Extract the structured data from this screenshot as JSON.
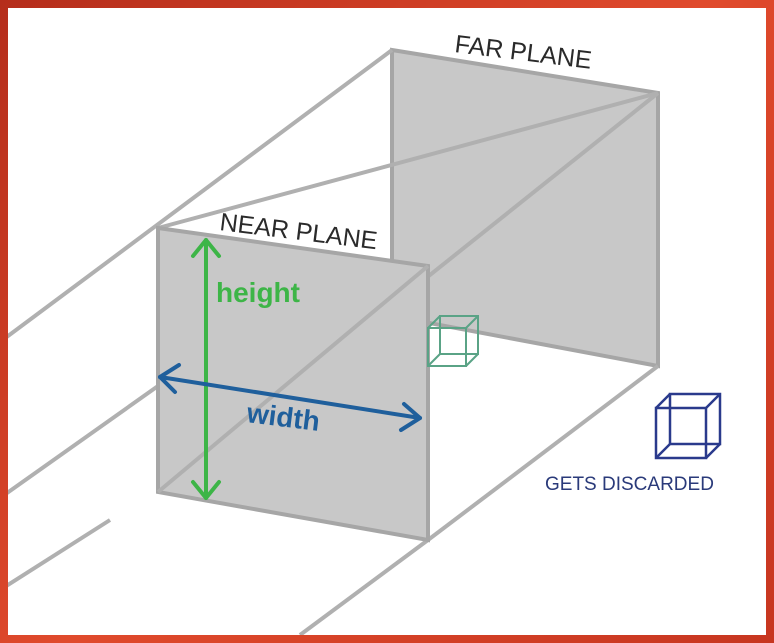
{
  "labels": {
    "far_plane": "FAR PLANE",
    "near_plane": "NEAR PLANE",
    "height": "height",
    "width": "width",
    "discarded": "GETS DISCARDED"
  },
  "colors": {
    "plane_fill": "#c8c8c8",
    "edge": "#a6a6a6",
    "height_arrow": "#3db547",
    "width_arrow": "#1f5f9c",
    "inside_cube": "#5aa386",
    "discarded_cube": "#2a3a8c",
    "frame": "#d23a22"
  },
  "icons": {
    "inside_object": "wireframe-cube-icon",
    "outside_object": "wireframe-cube-icon"
  }
}
